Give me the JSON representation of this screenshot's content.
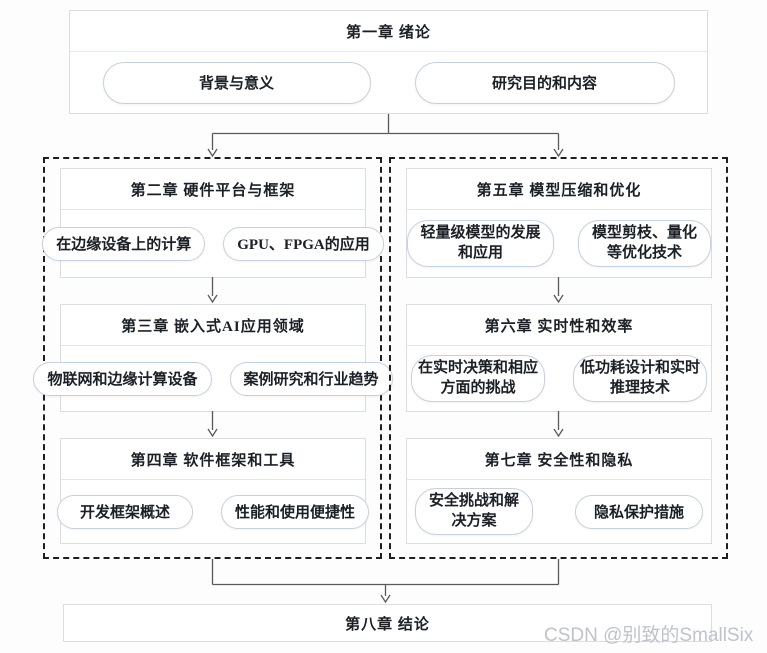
{
  "diagram": {
    "top": {
      "title": "第一章 绪论",
      "pills": [
        "背景与意义",
        "研究目的和内容"
      ]
    },
    "left_column": {
      "blocks": [
        {
          "title": "第二章 硬件平台与框架",
          "pills": [
            "在边缘设备上的计算",
            "GPU、FPGA的应用"
          ]
        },
        {
          "title": "第三章 嵌入式AI应用领域",
          "pills": [
            "物联网和边缘计算设备",
            "案例研究和行业趋势"
          ]
        },
        {
          "title": "第四章 软件框架和工具",
          "pills": [
            "开发框架概述",
            "性能和使用便捷性"
          ]
        }
      ]
    },
    "right_column": {
      "blocks": [
        {
          "title": "第五章 模型压缩和优化",
          "pills": [
            "轻量级模型的发展和应用",
            "模型剪枝、量化等优化技术"
          ]
        },
        {
          "title": "第六章 实时性和效率",
          "pills": [
            "在实时决策和相应方面的挑战",
            "低功耗设计和实时推理技术"
          ]
        },
        {
          "title": "第七章 安全性和隐私",
          "pills": [
            "安全挑战和解决方案",
            "隐私保护措施"
          ]
        }
      ]
    },
    "bottom": {
      "title": "第八章 结论"
    },
    "watermark": "CSDN @别致的SmallSix",
    "colors": {
      "connector_line": "#5a5a5a",
      "dashed_border": "#1f1f1f",
      "box_border": "#d9dee5",
      "pill_border": "#c7d1dc",
      "text": "#1b2026",
      "watermark": "#bfc3c9"
    }
  }
}
